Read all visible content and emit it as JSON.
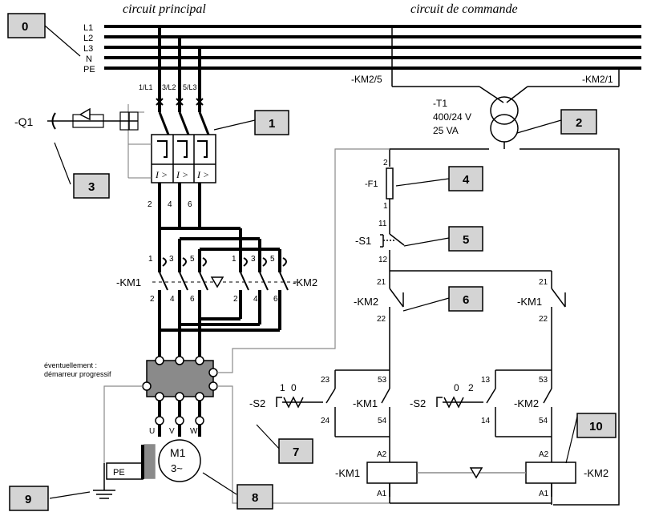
{
  "headers": {
    "main_circuit": "circuit principal",
    "control_circuit": "circuit de commande"
  },
  "bus": {
    "l1": "L1",
    "l2": "L2",
    "l3": "L3",
    "n": "N",
    "pe": "PE"
  },
  "supply": {
    "km2_5": "-KM2/5",
    "km2_1": "-KM2/1"
  },
  "terminals_top": {
    "t1": "1/L1",
    "t3": "3/L2",
    "t5": "5/L3"
  },
  "breaker": {
    "label": "-Q1",
    "trip": "I >",
    "out1": "2",
    "out2": "4",
    "out3": "6"
  },
  "transformer": {
    "name": "-T1",
    "ratio": "400/24 V",
    "power": "25 VA"
  },
  "fuse": {
    "label": "-F1",
    "top": "2",
    "bottom": "1"
  },
  "s1": {
    "label": "-S1",
    "top": "11",
    "bottom": "12"
  },
  "contactors_power": {
    "km1_label": "-KM1",
    "km2_label": "-KM2",
    "in1": "1",
    "in3": "3",
    "in5": "5",
    "out2": "2",
    "out4": "4",
    "out6": "6"
  },
  "interlock": {
    "left_label": "-KM2",
    "right_label": "-KM1",
    "top": "21",
    "bottom": "22"
  },
  "soft_starter": {
    "line1": "éventuellement :",
    "line2": "démarreur progressif"
  },
  "motor": {
    "name": "M1",
    "phases": "3~",
    "u": "U",
    "v": "V",
    "w": "W",
    "pe": "PE"
  },
  "selectors": {
    "s2_label": "-S2",
    "left_pos1": "1",
    "left_pos0": "0",
    "right_pos0": "0",
    "right_pos2": "2",
    "left_top": "23",
    "left_bottom": "24",
    "right_top": "13",
    "right_bottom": "14"
  },
  "aux_contacts": {
    "km1": "-KM1",
    "km2": "-KM2",
    "top": "53",
    "bottom": "54"
  },
  "coils": {
    "km1": "-KM1",
    "km2": "-KM2",
    "a1": "A1",
    "a2": "A2"
  },
  "badges": [
    "0",
    "1",
    "2",
    "3",
    "4",
    "5",
    "6",
    "7",
    "8",
    "9",
    "10"
  ]
}
